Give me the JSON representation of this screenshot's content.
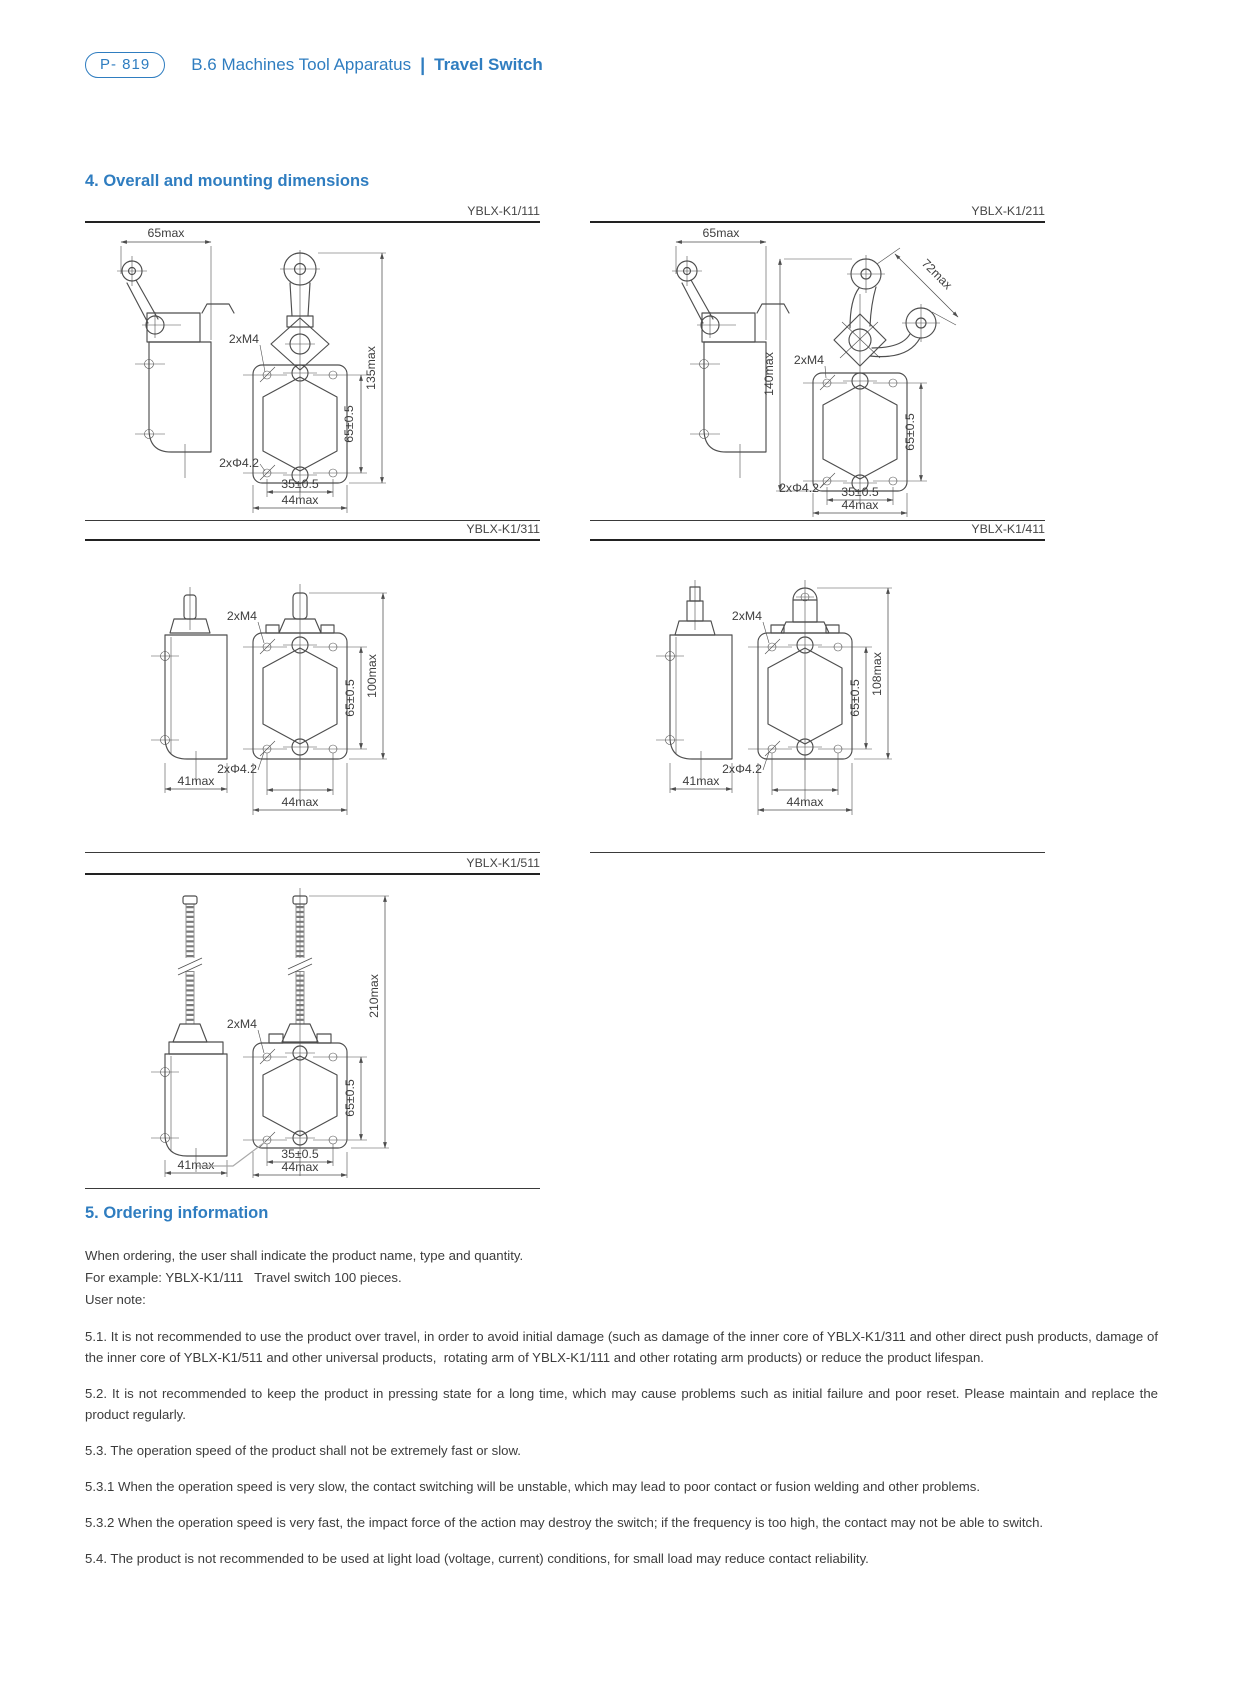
{
  "header": {
    "page_badge": "P- 819",
    "category": "B.6 Machines Tool Apparatus",
    "separator": "|",
    "product": "Travel Switch"
  },
  "dimensions_section": {
    "title": "4. Overall and mounting dimensions",
    "drawings": [
      {
        "model": "YBLX-K1/111",
        "top_width": "65max",
        "screws": "2xM4",
        "height": "135max",
        "hole_pitch_v": "65±0.5",
        "mount_holes": "2xΦ4.2",
        "hole_pitch_h": "35±0.5",
        "base_width": "44max"
      },
      {
        "model": "YBLX-K1/211",
        "top_width": "65max",
        "roller_span": "72max",
        "height": "140max",
        "screws": "2xM4",
        "hole_pitch_v": "65±0.5",
        "mount_holes": "2xΦ4.2",
        "hole_pitch_h": "35±0.5",
        "base_width": "44max"
      },
      {
        "model": "YBLX-K1/311",
        "screws": "2xM4",
        "hole_pitch_v": "65±0.5",
        "height": "100max",
        "mount_holes": "2xΦ4.2",
        "side_width": "41max",
        "base_width": "44max"
      },
      {
        "model": "YBLX-K1/411",
        "screws": "2xM4",
        "hole_pitch_v": "65±0.5",
        "height": "108max",
        "mount_holes": "2xΦ4.2",
        "side_width": "41max",
        "base_width": "44max"
      },
      {
        "model": "YBLX-K1/511",
        "screws": "2xM4",
        "height": "210max",
        "hole_pitch_v": "65±0.5",
        "side_width": "41max",
        "hole_pitch_h": "35±0.5",
        "base_width": "44max"
      }
    ]
  },
  "ordering_section": {
    "title": "5. Ordering information",
    "intro": [
      "When ordering, the user shall indicate the product name, type and quantity.",
      "For example: YBLX-K1/111   Travel switch 100 pieces.",
      "User note:"
    ],
    "notes": [
      "5.1. It is not recommended to use the product over travel, in order to avoid initial damage (such as damage of the inner core of YBLX-K1/311 and other direct push products, damage of the inner core of YBLX-K1/511 and other universal products,  rotating arm of YBLX-K1/111 and other rotating arm products) or reduce the product lifespan.",
      "5.2. It is not recommended to keep the product in pressing state for a long time, which may cause problems such as initial failure and poor reset. Please maintain and replace the product regularly.",
      "5.3. The operation speed of the product shall not be extremely fast or slow.",
      "5.3.1 When the operation speed is very slow, the contact switching will be unstable, which may lead to poor contact or fusion welding and other problems.",
      "5.3.2 When the operation speed is very fast, the impact force of the action may destroy the switch; if the frequency is too high, the contact may not be able to switch.",
      "5.4. The product is not recommended to be used at light load (voltage, current) conditions, for small load may reduce contact reliability."
    ]
  },
  "colors": {
    "accent_blue": "#2f7dc0",
    "line_gray": "#4e4e4e",
    "text_dark": "#3c3c3c"
  }
}
